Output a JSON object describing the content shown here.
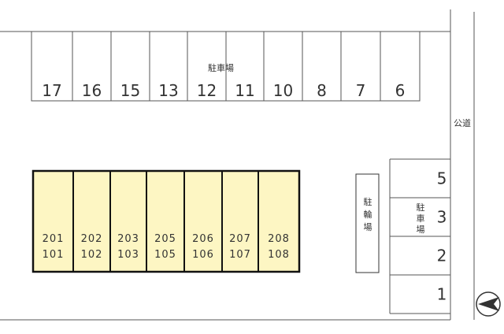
{
  "top_parking": {
    "label": "駐車場",
    "stalls": [
      "17",
      "16",
      "15",
      "13",
      "12",
      "11",
      "10",
      "8",
      "7",
      "6"
    ]
  },
  "building": {
    "units": [
      {
        "upper": "201",
        "lower": "101"
      },
      {
        "upper": "202",
        "lower": "102"
      },
      {
        "upper": "203",
        "lower": "103"
      },
      {
        "upper": "205",
        "lower": "105"
      },
      {
        "upper": "206",
        "lower": "106"
      },
      {
        "upper": "207",
        "lower": "107"
      },
      {
        "upper": "208",
        "lower": "108"
      }
    ],
    "fill_color": "#fdf6c3"
  },
  "bicycle_parking": {
    "label": "駐輪場"
  },
  "side_parking": {
    "label": "駐車場",
    "stalls": [
      "5",
      "3",
      "2",
      "1"
    ]
  },
  "road": {
    "label": "公道"
  },
  "compass": {
    "icon": "north-arrow-icon"
  }
}
